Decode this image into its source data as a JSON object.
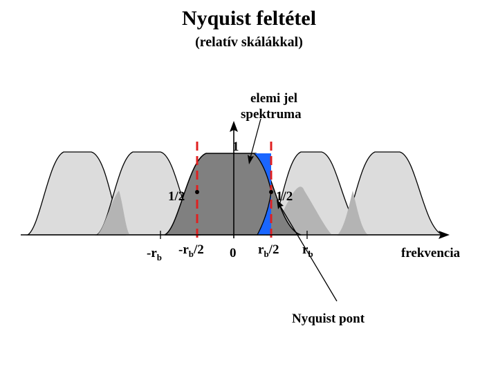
{
  "title": "Nyquist feltétel",
  "subtitle": "(relatív skálákkal)",
  "labels": {
    "elemi_jel_line1": "elemi jel",
    "elemi_jel_line2": "spektruma",
    "one": "1",
    "half_left": "1/2",
    "half_right": "1/2",
    "frekvencia": "frekvencia",
    "nyquist_pont": "Nyquist pont"
  },
  "ticks": {
    "neg_rb_prefix": "-r",
    "neg_half_rb_prefix": "-r",
    "zero": "0",
    "half_rb_prefix": "r",
    "rb_prefix": "r",
    "subscript": "b",
    "half_suffix": "/2"
  },
  "colors": {
    "side_spectrum_fill": "#dcdcdc",
    "overlap_fill": "#b4b4b4",
    "main_spectrum_fill": "#808080",
    "nyquist_highlight": "#1a66ff",
    "nyquist_line": "#e02020"
  }
}
